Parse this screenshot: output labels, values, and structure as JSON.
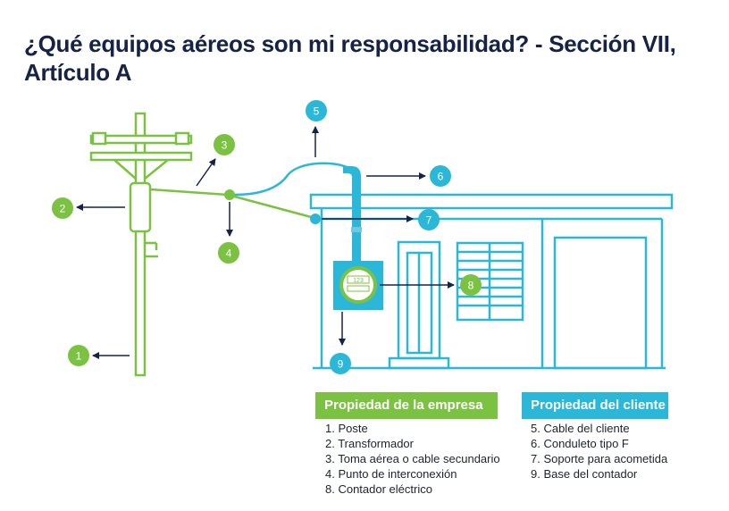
{
  "title_line1": "¿Qué equipos aéreos son mi responsabilidad? - Sección VII,",
  "title_line2": "Artículo A",
  "markers": {
    "m1": "1",
    "m2": "2",
    "m3": "3",
    "m4": "4",
    "m5": "5",
    "m6": "6",
    "m7": "7",
    "m8": "8",
    "m9": "9"
  },
  "meter_reading": "123",
  "legend": {
    "company": {
      "heading": "Propiedad de la empresa",
      "items": [
        "1. Poste",
        "2. Transformador",
        "3. Toma aérea o cable secundario",
        "4. Punto de interconexión",
        "8. Contador eléctrico"
      ]
    },
    "client": {
      "heading": "Propiedad del cliente",
      "items": [
        "5. Cable del cliente",
        "6. Conduleto tipo F",
        "7. Soporte para acometida",
        "9. Base del contador"
      ]
    }
  },
  "colors": {
    "company": "#7cc242",
    "client": "#2bb8d8",
    "title": "#152347",
    "arrow": "#152347"
  }
}
